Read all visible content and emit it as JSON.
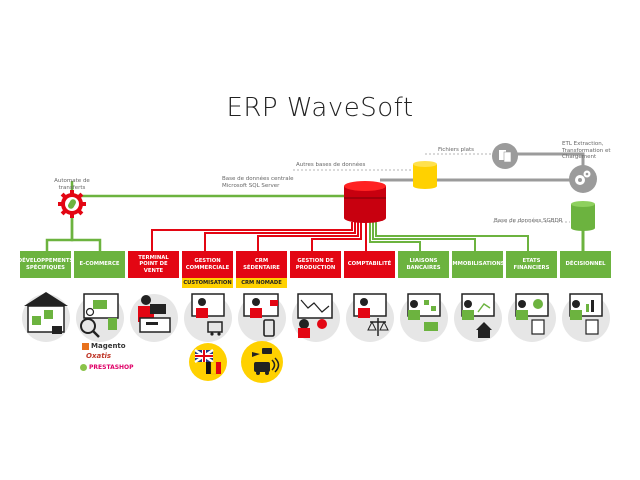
{
  "title": "ERP WaveSoft",
  "labels": {
    "automate": "Automate de transferts",
    "base_centrale": "Base de données centrale Microsoft SQL Server",
    "autres_bases": "Autres bases de données",
    "fichiers_plats": "Fichiers plats",
    "etl": "ETL Extraction, Transformation et Chargement",
    "base_sgbdr": "Base de données SGBDR"
  },
  "modules": [
    {
      "label": "DÉVELOPPEMENTS SPÉCIFIQUES",
      "color": "#6cb33f"
    },
    {
      "label": "E-COMMERCE",
      "color": "#6cb33f"
    },
    {
      "label": "TERMINAL POINT DE VENTE",
      "color": "#e30613"
    },
    {
      "label": "GESTION COMMERCIALE",
      "color": "#e30613"
    },
    {
      "label": "CRM SÉDENTAIRE",
      "color": "#e30613"
    },
    {
      "label": "GESTION DE PRODUCTION",
      "color": "#e30613"
    },
    {
      "label": "COMPTABILITÉ",
      "color": "#e30613"
    },
    {
      "label": "LIAISONS BANCAIRES",
      "color": "#6cb33f"
    },
    {
      "label": "IMMOBILISATIONS",
      "color": "#6cb33f"
    },
    {
      "label": "ETATS FINANCIERS",
      "color": "#6cb33f"
    },
    {
      "label": "DÉCISIONNEL",
      "color": "#6cb33f"
    }
  ],
  "tags": {
    "customisation": "CUSTOMISATION",
    "crm_nomade": "CRM NOMADE"
  },
  "brands": {
    "magento": "Magento",
    "oxatis": "Oxatis",
    "prestashop": "PRESTASHOP"
  },
  "colors": {
    "green": "#6cb33f",
    "red": "#e30613",
    "yellow": "#ffd100",
    "grey": "#9b9b9b",
    "light_grey": "#e6e6e6"
  },
  "icons": [
    "gear-icon",
    "database-icon",
    "files-icon",
    "gears-icon",
    "flag-uk-icon",
    "flag-belgium-icon",
    "nomad-icon"
  ]
}
